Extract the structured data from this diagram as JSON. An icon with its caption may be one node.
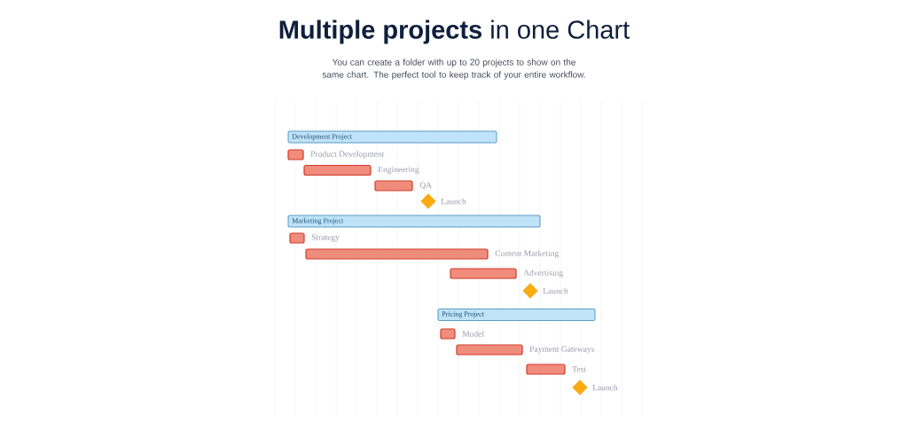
{
  "diagram": {
    "title": "**Multiple projects** in one Chart",
    "labels": [
      "You can create a folder with up to 20 projects to show on the same chart. The perfect tool to keep track of your entire workflow."
    ],
    "nodes": [
      {
        "text": [
          "Development Project"
        ]
      },
      {
        "text": [],
        "shape": "bar",
        "beside": [
          "Product Development"
        ]
      },
      {
        "text": [],
        "shape": "bar",
        "beside": [
          "Engineering"
        ]
      },
      {
        "text": [],
        "shape": "bar",
        "beside": [
          "QA"
        ]
      },
      {
        "text": [],
        "shape": "diamond",
        "beside": [
          "Launch"
        ]
      },
      {
        "text": [
          "Marketing Project"
        ]
      },
      {
        "text": [],
        "shape": "bar",
        "beside": [
          "Strategy"
        ]
      },
      {
        "text": [],
        "shape": "bar",
        "beside": [
          "Content Marketing"
        ]
      },
      {
        "text": [],
        "shape": "bar",
        "beside": [
          "Advertising"
        ]
      },
      {
        "text": [],
        "shape": "diamond",
        "beside": [
          "Launch"
        ]
      },
      {
        "text": [
          "Pricing Project"
        ]
      },
      {
        "text": [],
        "shape": "bar",
        "beside": [
          "Model"
        ]
      },
      {
        "text": [],
        "shape": "bar",
        "beside": [
          "Payment Gateways"
        ]
      },
      {
        "text": [],
        "shape": "bar",
        "beside": [
          "Test"
        ]
      },
      {
        "text": [],
        "shape": "diamond",
        "beside": [
          "Launch"
        ]
      }
    ]
  }
}
